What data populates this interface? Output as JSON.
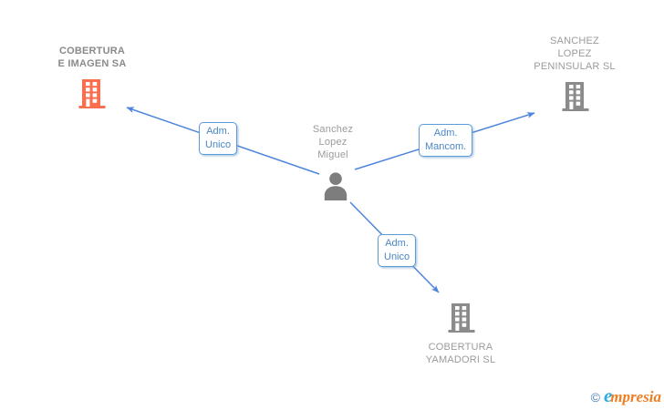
{
  "colors": {
    "accent-blue": "#4e86dd",
    "box-border": "#5b9bd5",
    "box-text": "#4a86c8",
    "building-orange": "#f96e4e",
    "building-gray": "#8b8b8b",
    "person-gray": "#7d7d7d",
    "company-text": "#9b9b9b",
    "company-text-strong": "#8a8a8a",
    "logo-copyright": "#4a7ebb",
    "logo-e": "#2daae1",
    "logo-rest": "#ef7d22"
  },
  "person": {
    "name": "Sanchez\nLopez\nMiguel"
  },
  "companies": [
    {
      "name": "COBERTURA\nE IMAGEN SA",
      "highlighted": true
    },
    {
      "name": "SANCHEZ\nLOPEZ\nPENINSULAR SL",
      "highlighted": false
    },
    {
      "name": "COBERTURA\nYAMADORI SL",
      "highlighted": false
    }
  ],
  "relations": [
    {
      "label": "Adm.\nUnico"
    },
    {
      "label": "Adm.\nMancom."
    },
    {
      "label": "Adm.\nUnico"
    }
  ],
  "footer": {
    "copyright_symbol": "©",
    "logo_first_letter": "e",
    "logo_rest": "mpresia"
  }
}
